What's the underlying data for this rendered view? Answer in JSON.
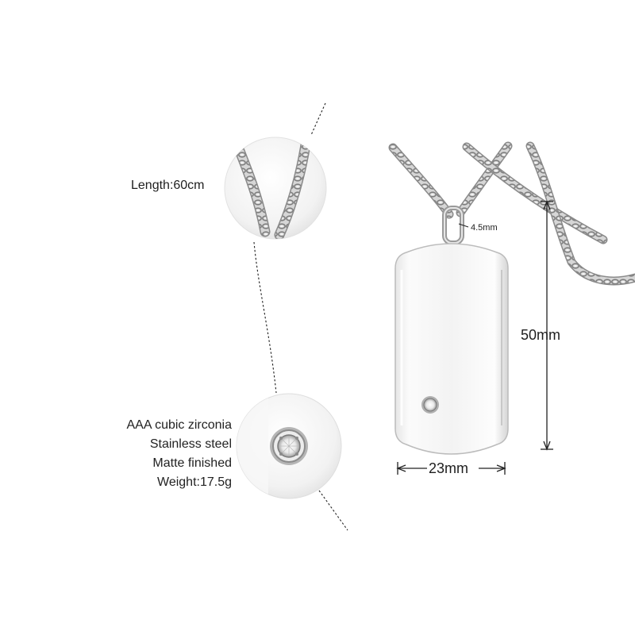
{
  "callouts": {
    "chain_length": "Length:60cm",
    "specs": [
      "AAA cubic zirconia",
      "Stainless steel",
      "Matte finished",
      "Weight:17.5g"
    ]
  },
  "dimensions": {
    "ring": "4.5mm",
    "height": "50mm",
    "width": "23mm"
  },
  "colors": {
    "steel_light": "#eeeeee",
    "steel_mid": "#c4c4c4",
    "steel_dark": "#8a8a8a",
    "line": "#222222"
  }
}
